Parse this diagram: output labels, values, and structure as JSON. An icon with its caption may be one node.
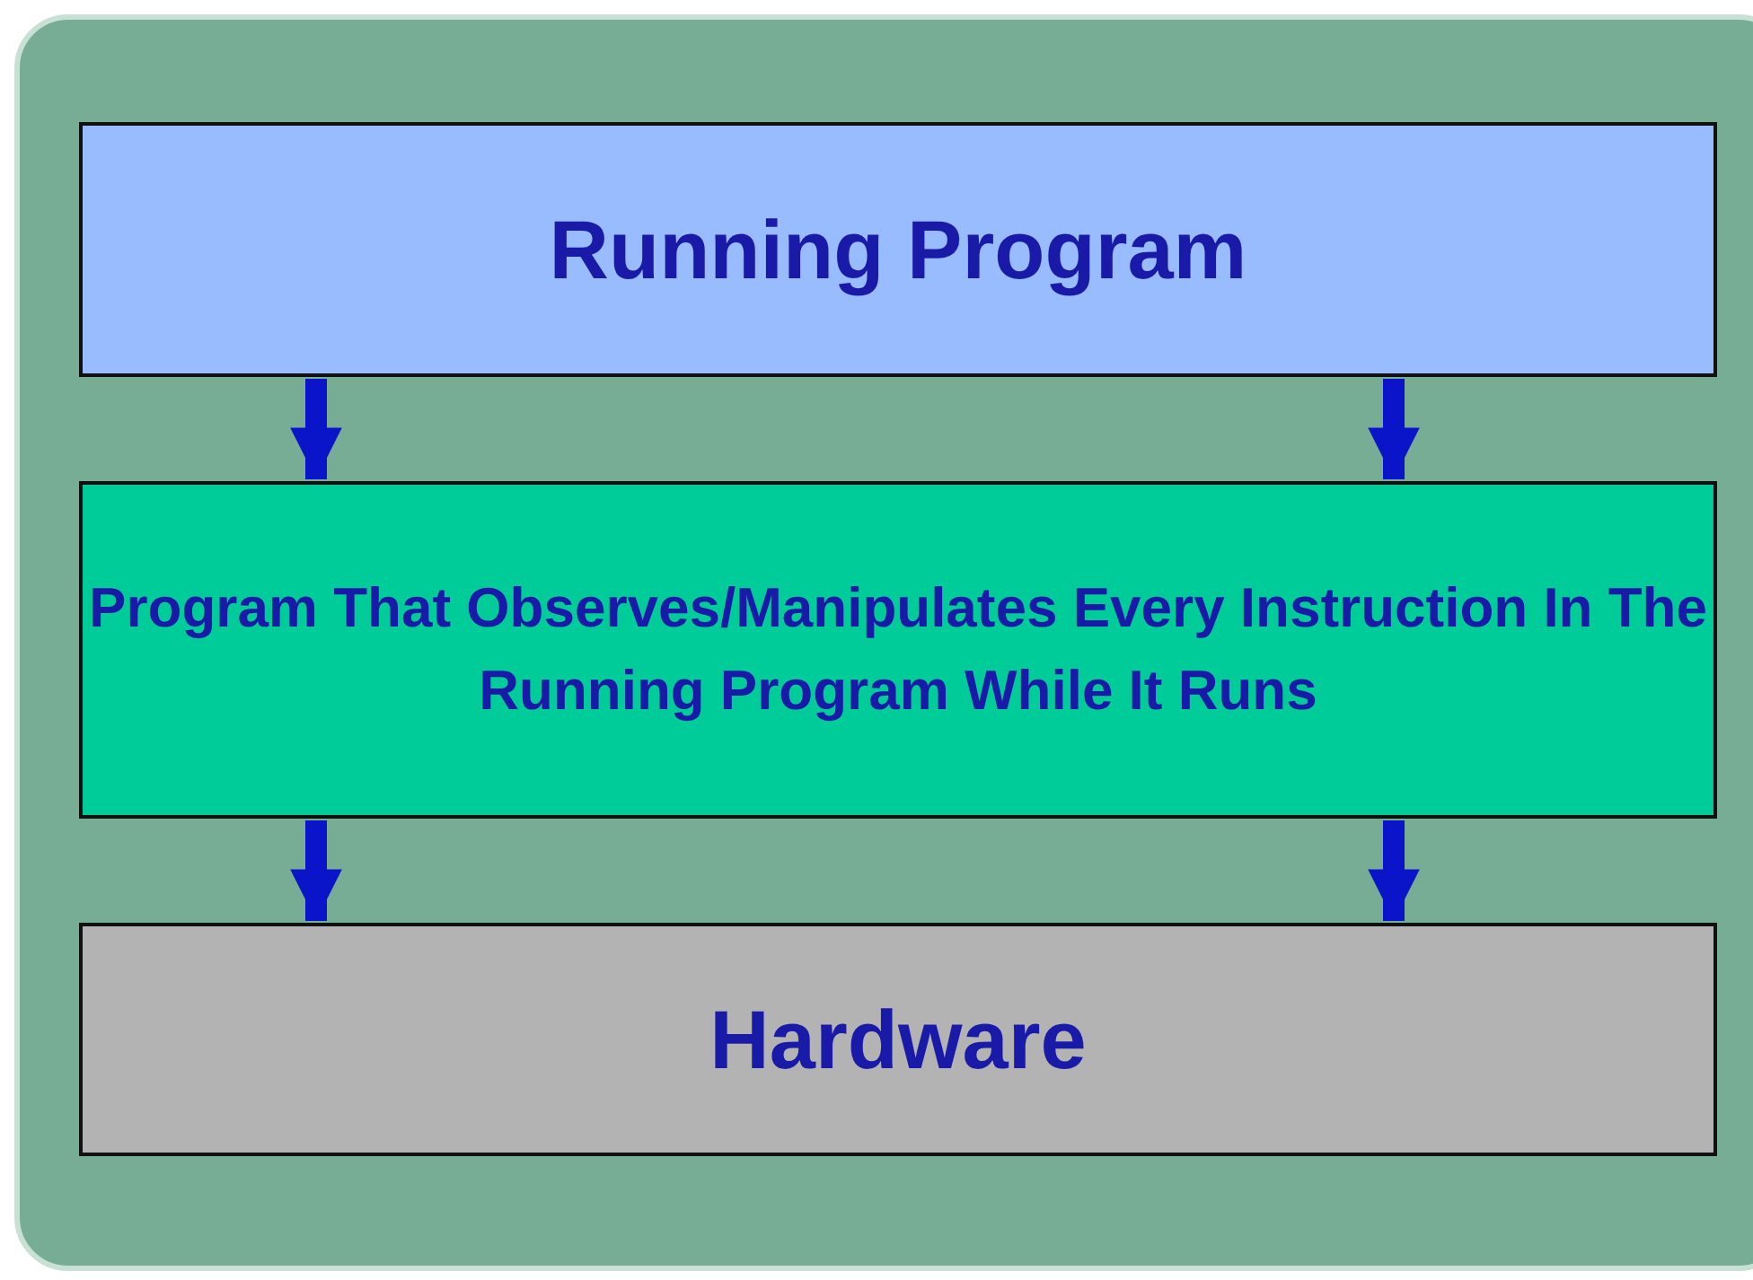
{
  "diagram": {
    "nodes": [
      {
        "text": [
          "Running Program"
        ]
      },
      {
        "text": [
          "Program That Observes/Manipulates Every Instruction In The Running Program While It Runs"
        ]
      },
      {
        "text": [
          "Hardware"
        ]
      }
    ],
    "edges": [
      {
        "from": 0,
        "to": 1,
        "arrow": "to"
      },
      {
        "from": 0,
        "to": 1,
        "arrow": "to"
      },
      {
        "from": 1,
        "to": 2,
        "arrow": "to"
      },
      {
        "from": 1,
        "to": 2,
        "arrow": "to"
      }
    ]
  }
}
